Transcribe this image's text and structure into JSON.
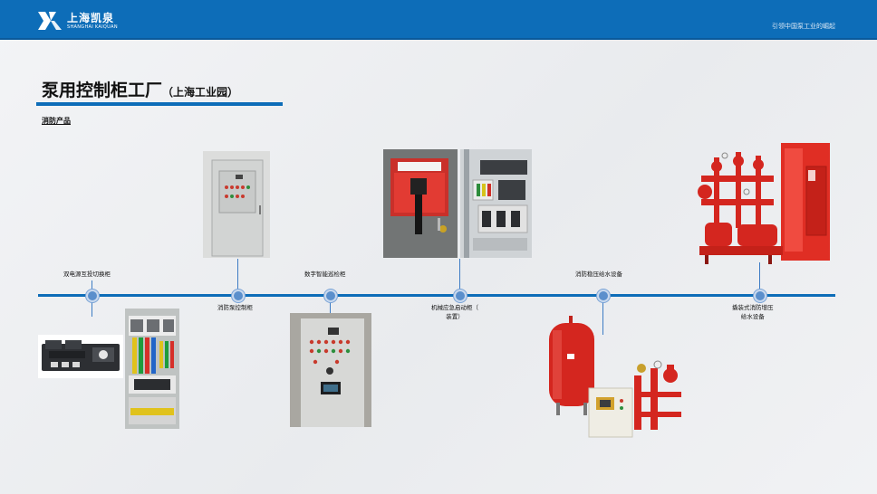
{
  "header": {
    "logo_cn": "上海凯泉",
    "logo_en": "SHANGHAI KAIQUAN",
    "slogan": "引领中国泵工业的崛起"
  },
  "page": {
    "title": "泵用控制柜工厂",
    "subtitle": "（上海工业园）",
    "section": "消防产品"
  },
  "timeline": {
    "labels": [
      "双电源互投切换柜",
      "消防泵控制柜",
      "数字智能巡检柜",
      "机械应急启动柜（",
      "装置）",
      "消防稳压给水设备",
      "撬装式消防增压",
      "给水设备"
    ]
  },
  "colors": {
    "brand_blue": "#0d6db8",
    "fire_red": "#d42a22"
  }
}
